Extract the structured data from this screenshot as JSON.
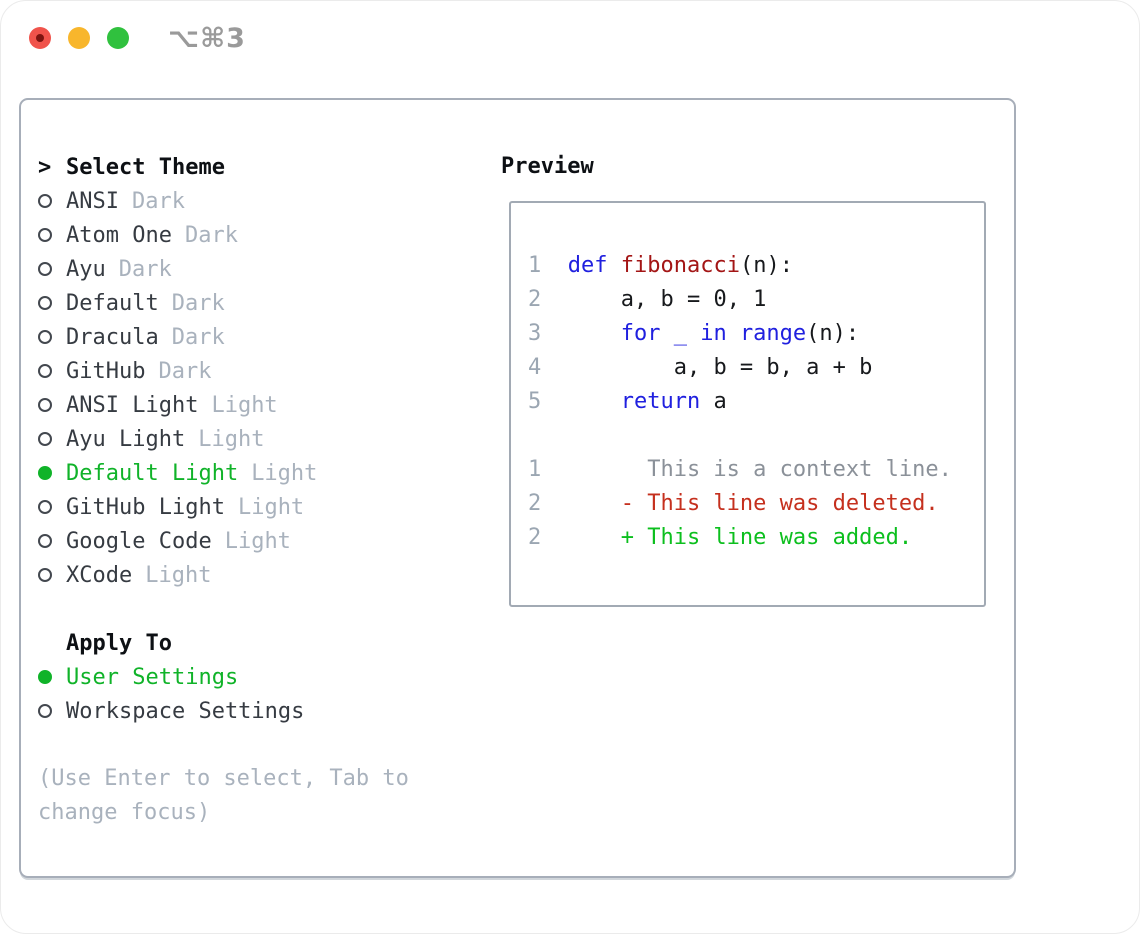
{
  "window": {
    "title": "⌥⌘3",
    "traffic_lights": [
      "close",
      "minimize",
      "maximize"
    ]
  },
  "colors": {
    "accent_green": "#10b329",
    "keyword_blue": "#2020df",
    "function_red": "#a31515",
    "deleted_red": "#c5301e",
    "added_green": "#0cbf1e",
    "muted_gray": "#a9b2bd",
    "panel_border": "#a7aeb9"
  },
  "theme_picker": {
    "prompt": ">",
    "title": "Select Theme",
    "items": [
      {
        "name": "ANSI",
        "variant": "Dark",
        "selected": false
      },
      {
        "name": "Atom One",
        "variant": "Dark",
        "selected": false
      },
      {
        "name": "Ayu",
        "variant": "Dark",
        "selected": false
      },
      {
        "name": "Default",
        "variant": "Dark",
        "selected": false
      },
      {
        "name": "Dracula",
        "variant": "Dark",
        "selected": false
      },
      {
        "name": "GitHub",
        "variant": "Dark",
        "selected": false
      },
      {
        "name": "ANSI Light",
        "variant": "Light",
        "selected": false
      },
      {
        "name": "Ayu Light",
        "variant": "Light",
        "selected": false
      },
      {
        "name": "Default Light",
        "variant": "Light",
        "selected": true
      },
      {
        "name": "GitHub Light",
        "variant": "Light",
        "selected": false
      },
      {
        "name": "Google Code",
        "variant": "Light",
        "selected": false
      },
      {
        "name": "XCode",
        "variant": "Light",
        "selected": false
      }
    ],
    "apply_to": {
      "title": "Apply To",
      "options": [
        {
          "label": "User Settings",
          "selected": true
        },
        {
          "label": "Workspace Settings",
          "selected": false
        }
      ]
    },
    "hint_lines": [
      "(Use Enter to select, Tab to",
      "change focus)"
    ]
  },
  "preview": {
    "title": "Preview",
    "code_lines": [
      {
        "num": "1",
        "segments": [
          {
            "t": "def",
            "c": "kw"
          },
          {
            "t": " ",
            "c": "plain"
          },
          {
            "t": "fibonacci",
            "c": "fn"
          },
          {
            "t": "(n):",
            "c": "plain"
          }
        ]
      },
      {
        "num": "2",
        "segments": [
          {
            "t": "    a, b = 0, 1",
            "c": "plain"
          }
        ]
      },
      {
        "num": "3",
        "segments": [
          {
            "t": "    ",
            "c": "plain"
          },
          {
            "t": "for _ in range",
            "c": "kw"
          },
          {
            "t": "(n):",
            "c": "plain"
          }
        ]
      },
      {
        "num": "4",
        "segments": [
          {
            "t": "        a, b = b, a + b",
            "c": "plain"
          }
        ]
      },
      {
        "num": "5",
        "segments": [
          {
            "t": "    ",
            "c": "plain"
          },
          {
            "t": "return",
            "c": "kw"
          },
          {
            "t": " a",
            "c": "plain"
          }
        ]
      }
    ],
    "diff_lines": [
      {
        "num": "1",
        "marker": " ",
        "text": "This is a context line.",
        "kind": "context"
      },
      {
        "num": "2",
        "marker": "-",
        "text": "This line was deleted.",
        "kind": "deleted"
      },
      {
        "num": "2",
        "marker": "+",
        "text": "This line was added.",
        "kind": "added"
      }
    ]
  }
}
